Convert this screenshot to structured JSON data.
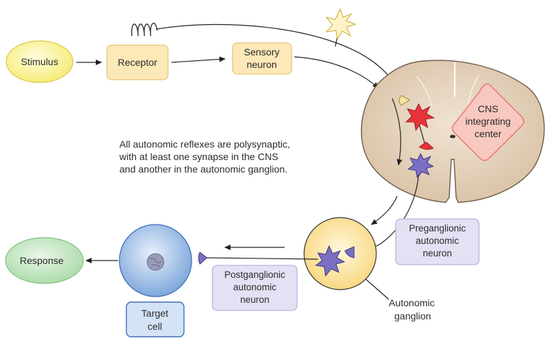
{
  "labels": {
    "stimulus": "Stimulus",
    "receptor": "Receptor",
    "sensory_neuron": [
      "Sensory",
      "neuron"
    ],
    "cns_center": [
      "CNS",
      "integrating",
      "center"
    ],
    "note": [
      "All autonomic reflexes are polysynaptic,",
      "with at least one synapse in the CNS",
      "and another in the autonomic ganglion."
    ],
    "preganglionic": [
      "Preganglionic",
      "autonomic",
      "neuron"
    ],
    "postganglionic": [
      "Postganglionic",
      "autonomic",
      "neuron"
    ],
    "autonomic_ganglion": [
      "Autonomic",
      "ganglion"
    ],
    "target_cell": [
      "Target",
      "cell"
    ],
    "response": "Response"
  },
  "colors": {
    "stimulus_fill": "#fbf29a",
    "box_fill": "#fde8b8",
    "box_stroke": "#e9c27a",
    "cord_fill": "#e8d5bf",
    "cns_box_fill": "#f7c8c0",
    "cns_box_stroke": "#e8736c",
    "lavender_fill": "#e4e1f4",
    "lavender_stroke": "#b9b3dc",
    "ganglion_fill": "#fde7a6",
    "target_fill": "#8fb3e0",
    "target_stroke": "#3f6fb5",
    "target_box_fill": "#d4e3f5",
    "response_fill": "#c9e8c8",
    "red_neuron": "#e8323b",
    "purple_neuron": "#7b6fc4",
    "sensory_terminal": "#f5e4a2"
  }
}
